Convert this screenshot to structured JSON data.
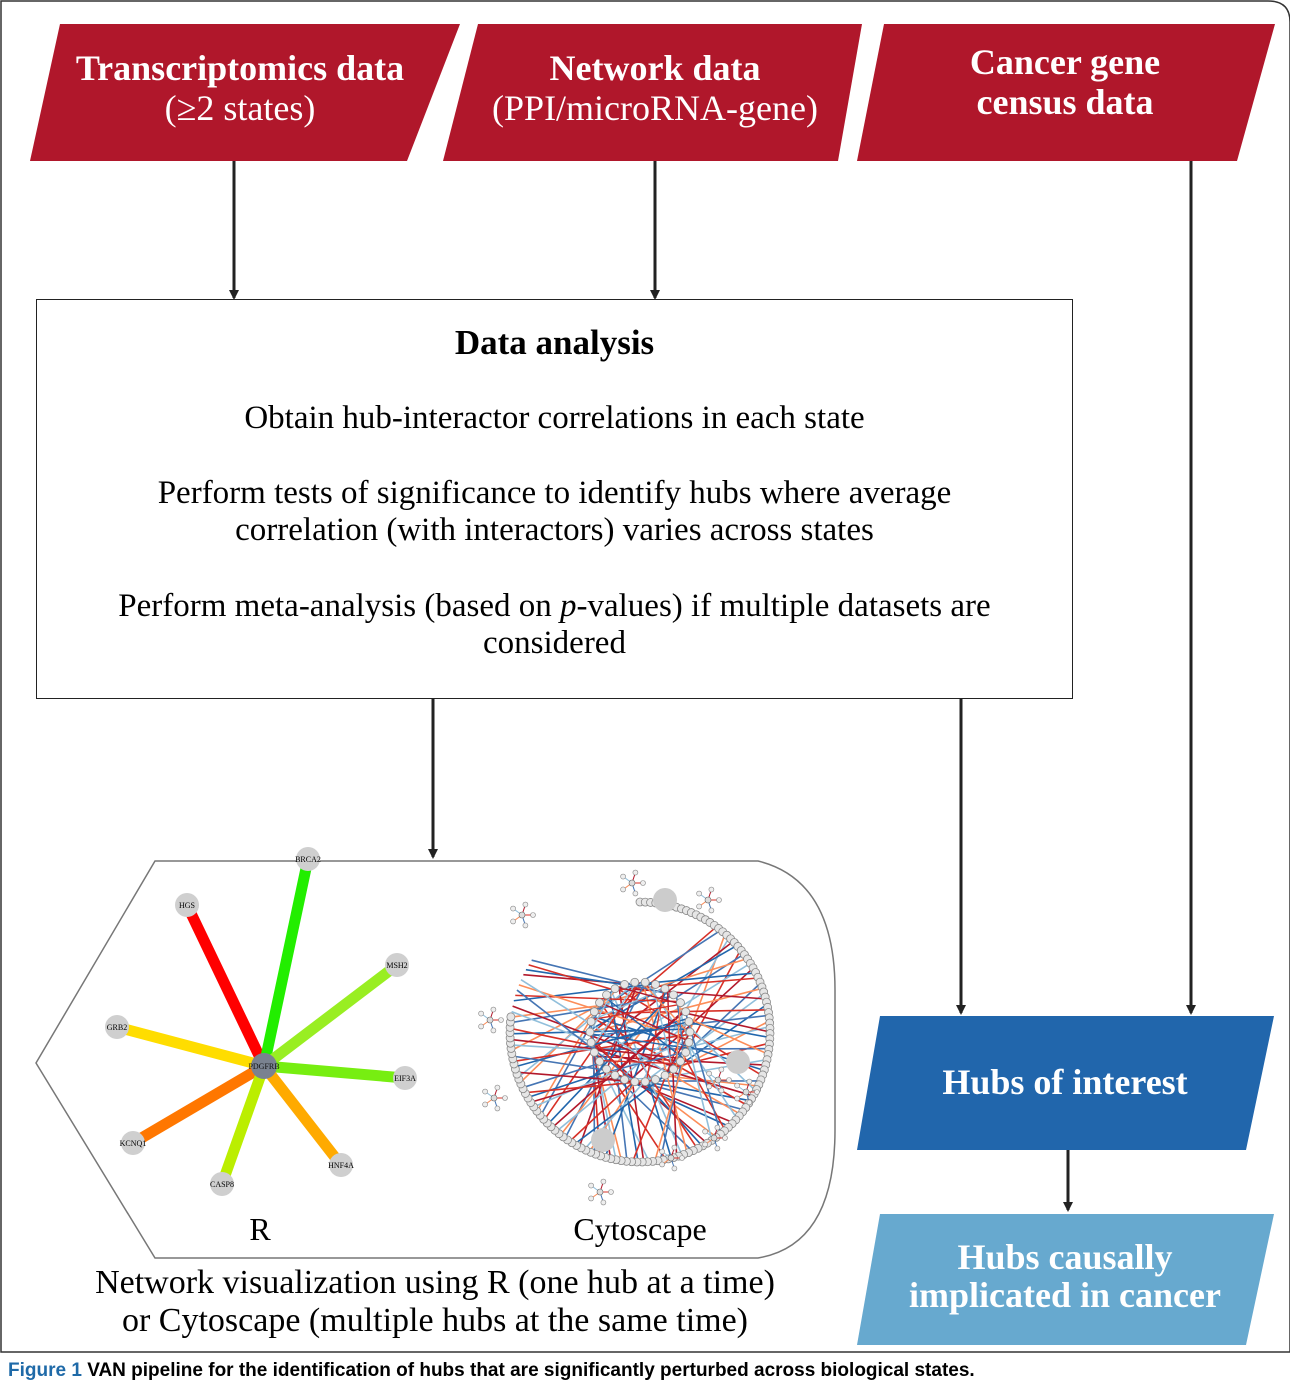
{
  "inputs": {
    "transcriptomics": {
      "title": "Transcriptomics data",
      "subtitle": "(≥2 states)"
    },
    "network": {
      "title": "Network data",
      "subtitle": "(PPI/microRNA-gene)"
    },
    "cancer_census": {
      "line1": "Cancer gene",
      "line2": "census data"
    }
  },
  "analysis": {
    "title": "Data analysis",
    "step1": "Obtain hub-interactor correlations in each state",
    "step2_line1": "Perform tests of significance to identify hubs where average",
    "step2_line2": "correlation (with interactors) varies across states",
    "step3_pre": "Perform meta-analysis (based on ",
    "step3_italic": "p",
    "step3_post": "-values) if multiple datasets are",
    "step3_line2": "considered"
  },
  "visualization": {
    "r_label": "R",
    "cytoscape_label": "Cytoscape",
    "caption_line1": "Network visualization using R (one hub at a time)",
    "caption_line2": "or Cytoscape (multiple hubs at the same time)",
    "r_network": {
      "hub": "PDGFRB",
      "nodes": [
        {
          "name": "HGS",
          "color": "#ff0000"
        },
        {
          "name": "BRCA2",
          "color": "#22ee00"
        },
        {
          "name": "MSH2",
          "color": "#99ee22"
        },
        {
          "name": "GRB2",
          "color": "#ffdd00"
        },
        {
          "name": "EIF3A",
          "color": "#77ee11"
        },
        {
          "name": "KCNQ1",
          "color": "#ff7700"
        },
        {
          "name": "HNF4A",
          "color": "#ffaa00"
        },
        {
          "name": "CASP8",
          "color": "#bbee00"
        }
      ]
    }
  },
  "outputs": {
    "hubs_of_interest": "Hubs of interest",
    "causal_line1": "Hubs causally",
    "causal_line2": "implicated in cancer"
  },
  "caption": {
    "label": "Figure 1",
    "text": "VAN pipeline for the identification of hubs that are significantly perturbed across biological states."
  },
  "colors": {
    "input_red": "#b0172b",
    "hubs_blue": "#2166ac",
    "causal_lightblue": "#67a9cf",
    "caption_blue": "#1f6aa8"
  }
}
